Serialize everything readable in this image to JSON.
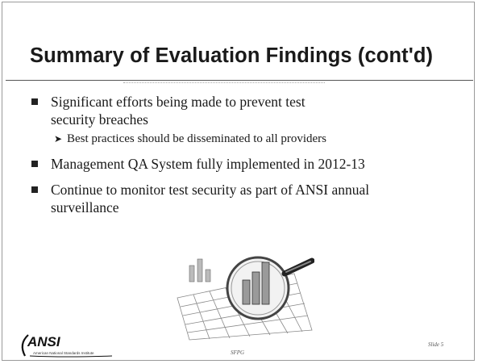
{
  "slide": {
    "title": "Summary of Evaluation Findings (cont'd)",
    "bullets": [
      {
        "text": "Significant efforts being made to prevent test security breaches",
        "line1": "Significant efforts being made to prevent test",
        "line2": "security breaches",
        "sub": "Best practices should be disseminated to all providers"
      },
      {
        "text": "Management QA System fully implemented in 2012-13"
      },
      {
        "text": "Continue to monitor test security as part of ANSI annual surveillance",
        "line1": "Continue to monitor test security as part of ANSI annual",
        "line2": "surveillance"
      }
    ],
    "bullet_icon": "square-bullet",
    "sub_bullet_icon": "arrow-bullet",
    "graphic_icon": "magnifying-glass-over-chart-icon"
  },
  "footer": {
    "logo_text": "ANSI",
    "logo_subtext": "American National Standards Institute",
    "center_text": "SFPG",
    "slide_number": "Slide 5"
  }
}
